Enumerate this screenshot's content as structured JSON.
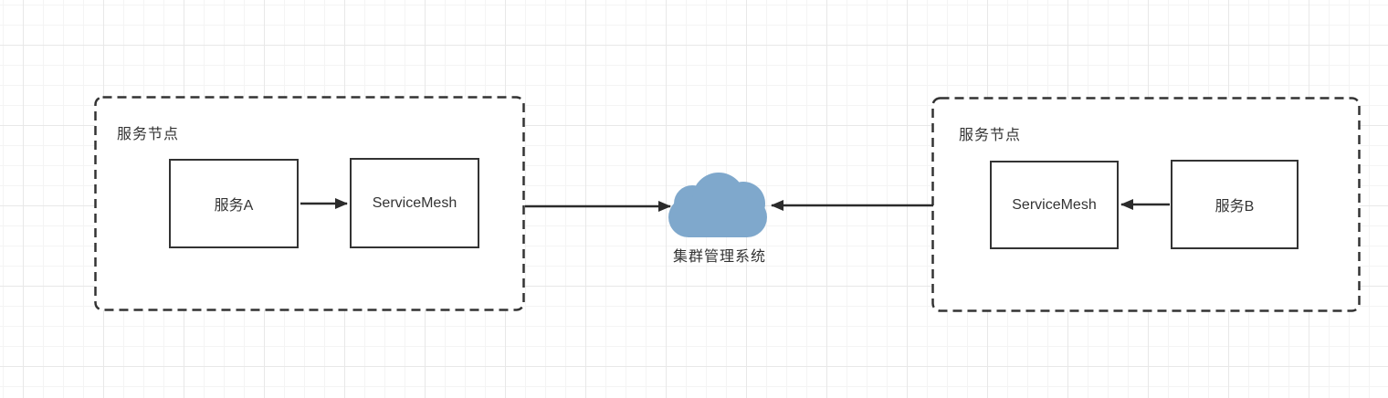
{
  "diagram": {
    "type": "architecture-diagram",
    "colors": {
      "cloud_fill": "#7FA8CC",
      "shape_border": "#333333",
      "arrow": "#2B2B2B",
      "text": "#333333",
      "grid_minor": "#F4F4F4",
      "grid_major": "#E8E8E8"
    },
    "groups": {
      "left": {
        "label": "服务节点",
        "boxes": {
          "service_a": "服务A",
          "service_mesh": "ServiceMesh"
        }
      },
      "right": {
        "label": "服务节点",
        "boxes": {
          "service_mesh": "ServiceMesh",
          "service_b": "服务B"
        }
      }
    },
    "cloud": {
      "label": "集群管理系统"
    },
    "edges": [
      {
        "from": "服务A",
        "to": "ServiceMesh",
        "direction": "right"
      },
      {
        "from": "服务节点(左)",
        "to": "集群管理系统",
        "direction": "right"
      },
      {
        "from": "服务节点(右)",
        "to": "集群管理系统",
        "direction": "left"
      },
      {
        "from": "服务B",
        "to": "ServiceMesh",
        "direction": "left"
      }
    ]
  }
}
